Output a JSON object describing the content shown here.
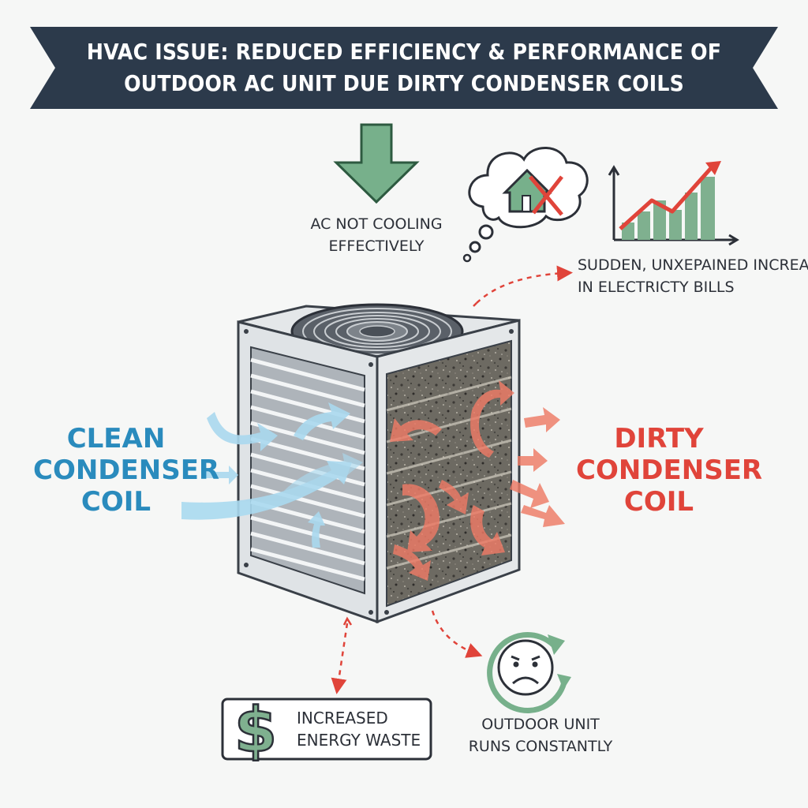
{
  "banner": {
    "title_line1": "HVAC ISSUE: REDUCED EFFICIENCY & PERFORMANCE OF",
    "title_line2": "OUTDOOR AC UNIT DUE DIRTY CONDENSER COILS"
  },
  "labels": {
    "ac_not_cooling_1": "AC NOT COOLING",
    "ac_not_cooling_2": "EFFECTIVELY",
    "bills_1": "SUDDEN, UNXEPAINED INCREAS",
    "bills_2": "IN ELECTRICTY BILLS",
    "clean_1": "CLEAN",
    "clean_2": "CONDENSER",
    "clean_3": "COIL",
    "dirty_1": "DIRTY",
    "dirty_2": "CONDENSER",
    "dirty_3": "COIL",
    "energy_1": "INCREASED",
    "energy_2": "ENERGY WASTE",
    "runs_1": "OUTDOOR UNIT",
    "runs_2": "RUNS CONSTANTLY"
  },
  "colors": {
    "banner": "#2c3a4b",
    "clean": "#2a8bbd",
    "dirty": "#e0443a",
    "accent_green": "#6fa882",
    "dashed_arrow": "#e0443a"
  },
  "icons": [
    "down-arrow-icon",
    "thought-bubble-house-icon",
    "rising-bar-chart-icon",
    "dollar-icon",
    "sad-face-cycle-icon"
  ]
}
